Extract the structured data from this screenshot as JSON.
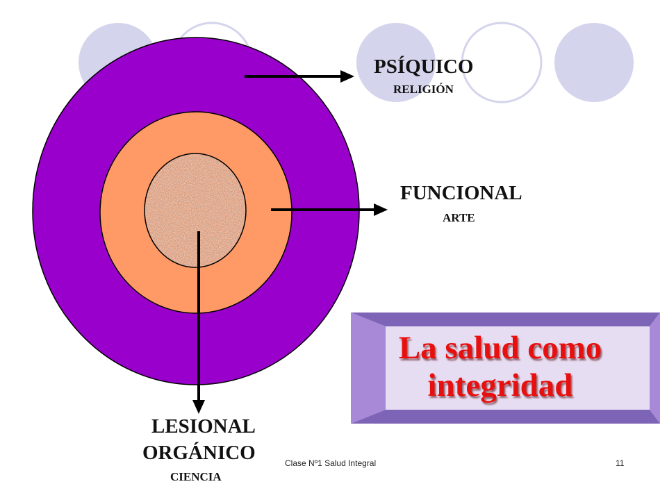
{
  "diagram": {
    "title": "La salud como integridad",
    "layers": [
      {
        "name": "PSÍQUICO",
        "sub": "RELIGIÓN",
        "color": "#9900cc"
      },
      {
        "name": "FUNCIONAL",
        "sub": "ARTE",
        "color": "#ff9966"
      },
      {
        "name_lines": [
          "LESIONAL",
          "ORGÁNICO"
        ],
        "sub": "CIENCIA",
        "color": "#a0a0a0"
      }
    ],
    "title_box_colors": {
      "face": "#e6ddf3",
      "side": "#a889d8",
      "edge": "#7e64b7"
    }
  },
  "footer": {
    "text": "Clase Nº1 Salud Integral",
    "page": "11"
  },
  "decor": {
    "circle_color": "#d4d4ec",
    "circle_outline": "#d4d4ec"
  }
}
